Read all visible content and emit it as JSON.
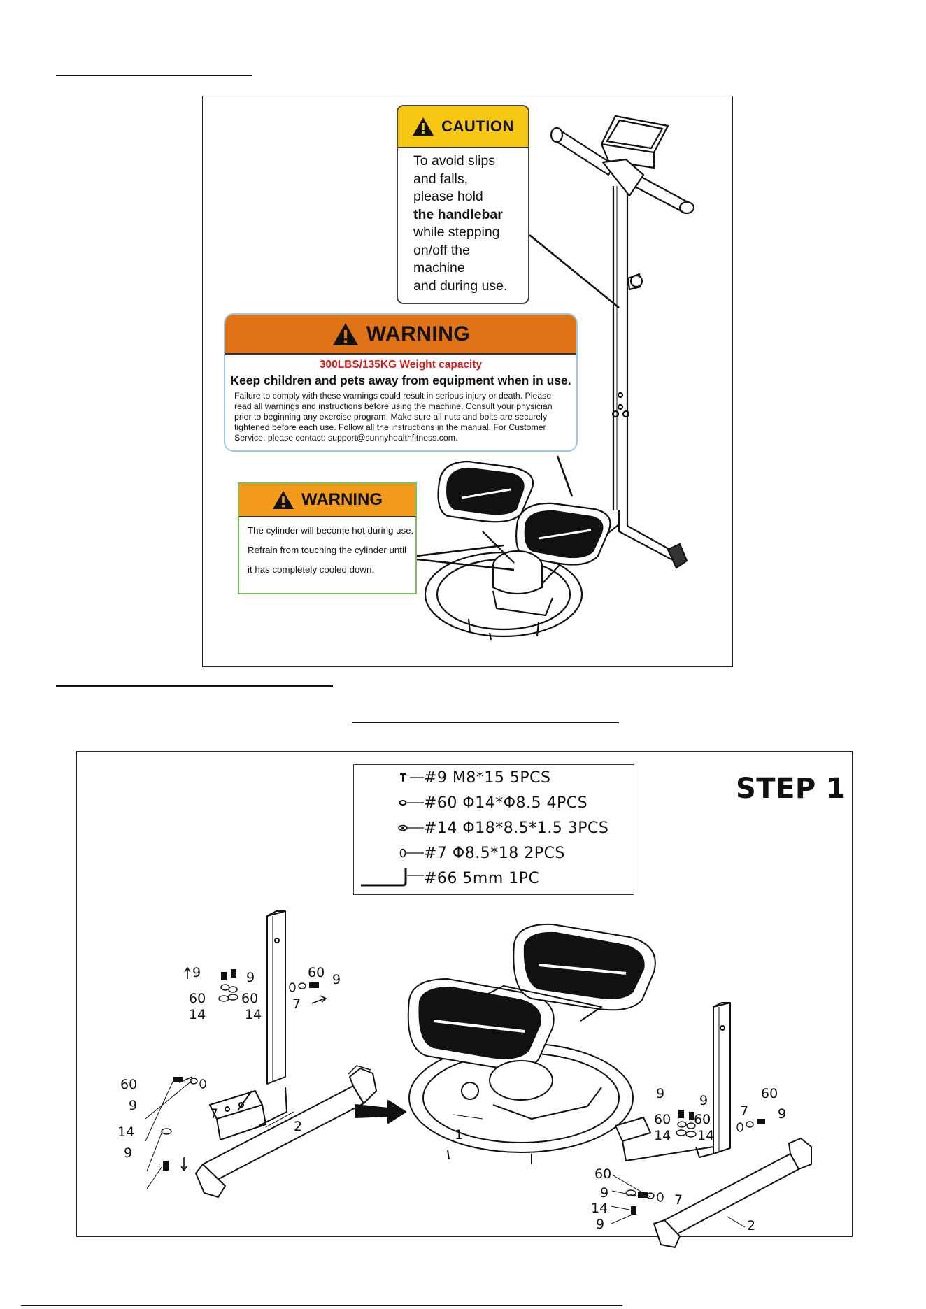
{
  "caution_label": {
    "title": "CAUTION",
    "lines": [
      "To avoid slips",
      "and falls,",
      "please hold",
      "the handlebar",
      "while stepping",
      "on/off the",
      "machine",
      "and during use."
    ],
    "header_color": "#f6c813"
  },
  "warning_label_main": {
    "title": "WARNING",
    "capacity": "300LBS/135KG Weight capacity",
    "headline": "Keep children and pets away from equipment when in use.",
    "body": "Failure to comply with these warnings could result in serious injury or death. Please read all warnings and instructions before using the machine. Consult your physician prior to beginning any exercise program. Make sure all nuts and bolts are securely tightened before each use. Follow all the instructions in the manual. For Customer Service, please contact: support@sunnyhealthfitness.com.",
    "header_color": "#e07315",
    "capacity_color": "#d4201c"
  },
  "warning_label_cylinder": {
    "title": "WARNING",
    "lines": [
      "The cylinder will become hot during use.",
      "Refrain from touching the cylinder until",
      "it has completely cooled down."
    ],
    "header_color": "#f39b1d"
  },
  "hardware": [
    {
      "icon": "bolt-icon",
      "text": "#9 M8*15  5PCS"
    },
    {
      "icon": "washer-icon",
      "text": "#60 Φ14*Φ8.5  4PCS"
    },
    {
      "icon": "flat-washer-icon",
      "text": "#14 Φ18*8.5*1.5  3PCS"
    },
    {
      "icon": "curved-washer-icon",
      "text": "#7 Φ8.5*18  2PCS"
    },
    {
      "icon": "allen-wrench-icon",
      "text": "#66 5mm  1PC"
    }
  ],
  "step_title": "STEP 1",
  "part_callouts": {
    "left": [
      "9",
      "9",
      "60",
      "60",
      "14",
      "14",
      "7",
      "60",
      "9",
      "60",
      "9",
      "7",
      "14",
      "9",
      "2"
    ],
    "center": [
      "1"
    ],
    "right": [
      "9",
      "9",
      "60",
      "60",
      "14",
      "14",
      "7",
      "60",
      "9",
      "60",
      "9",
      "7",
      "14",
      "9",
      "2"
    ]
  }
}
